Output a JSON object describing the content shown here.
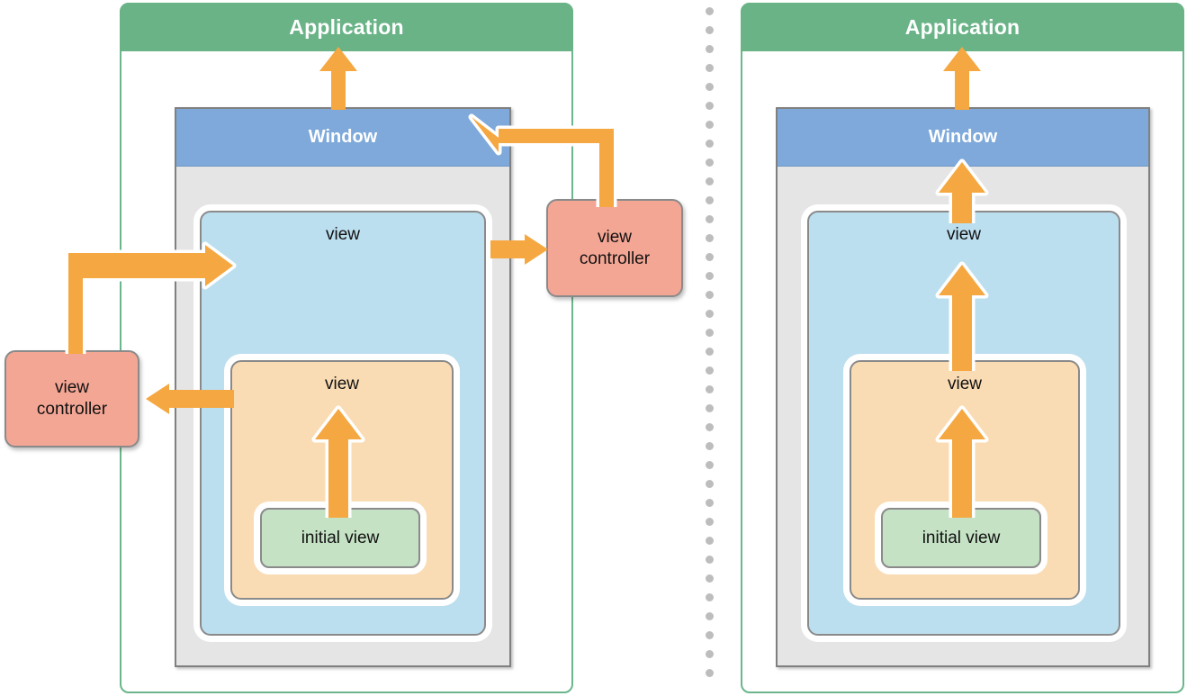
{
  "diagram": {
    "title": "Application window, view, and view controller structure",
    "colors": {
      "application_green": "#69b387",
      "window_blue": "#7ea9da",
      "window_body_gray": "#e5e5e5",
      "view_blue": "#bcdfef",
      "view_peach": "#fadcb4",
      "initial_view_green": "#c5e2c5",
      "view_controller_salmon": "#f4a695",
      "arrow_orange": "#f5a841",
      "divider_dot_gray": "#bdbdbd"
    },
    "panels": [
      {
        "id": "left",
        "name": "storyboard-with-view-controllers",
        "application_label": "Application",
        "window_label": "Window",
        "outer_view_label": "view",
        "inner_view_label": "view",
        "initial_view_label": "initial view",
        "view_controllers": [
          {
            "id": "outer-vc",
            "line1": "view",
            "line2": "controller"
          },
          {
            "id": "inner-vc",
            "line1": "view",
            "line2": "controller"
          }
        ],
        "arrows": [
          {
            "name": "window-to-application",
            "direction": "up"
          },
          {
            "name": "outer-vc-to-window",
            "direction": "left-elbow"
          },
          {
            "name": "outer-view-to-outer-vc",
            "direction": "right"
          },
          {
            "name": "inner-vc-to-outer-view",
            "direction": "right-elbow"
          },
          {
            "name": "inner-view-to-inner-vc",
            "direction": "left"
          },
          {
            "name": "initial-view-to-inner-view",
            "direction": "up"
          }
        ]
      },
      {
        "id": "right",
        "name": "plain-view-hierarchy",
        "application_label": "Application",
        "window_label": "Window",
        "outer_view_label": "view",
        "inner_view_label": "view",
        "initial_view_label": "initial view",
        "view_controllers": [],
        "arrows": [
          {
            "name": "window-to-application",
            "direction": "up"
          },
          {
            "name": "outer-view-to-window",
            "direction": "up"
          },
          {
            "name": "inner-view-to-outer-view",
            "direction": "up"
          },
          {
            "name": "initial-view-to-inner-view",
            "direction": "up"
          }
        ]
      }
    ],
    "divider": {
      "name": "dotted-separator",
      "dot_count": 32
    }
  }
}
